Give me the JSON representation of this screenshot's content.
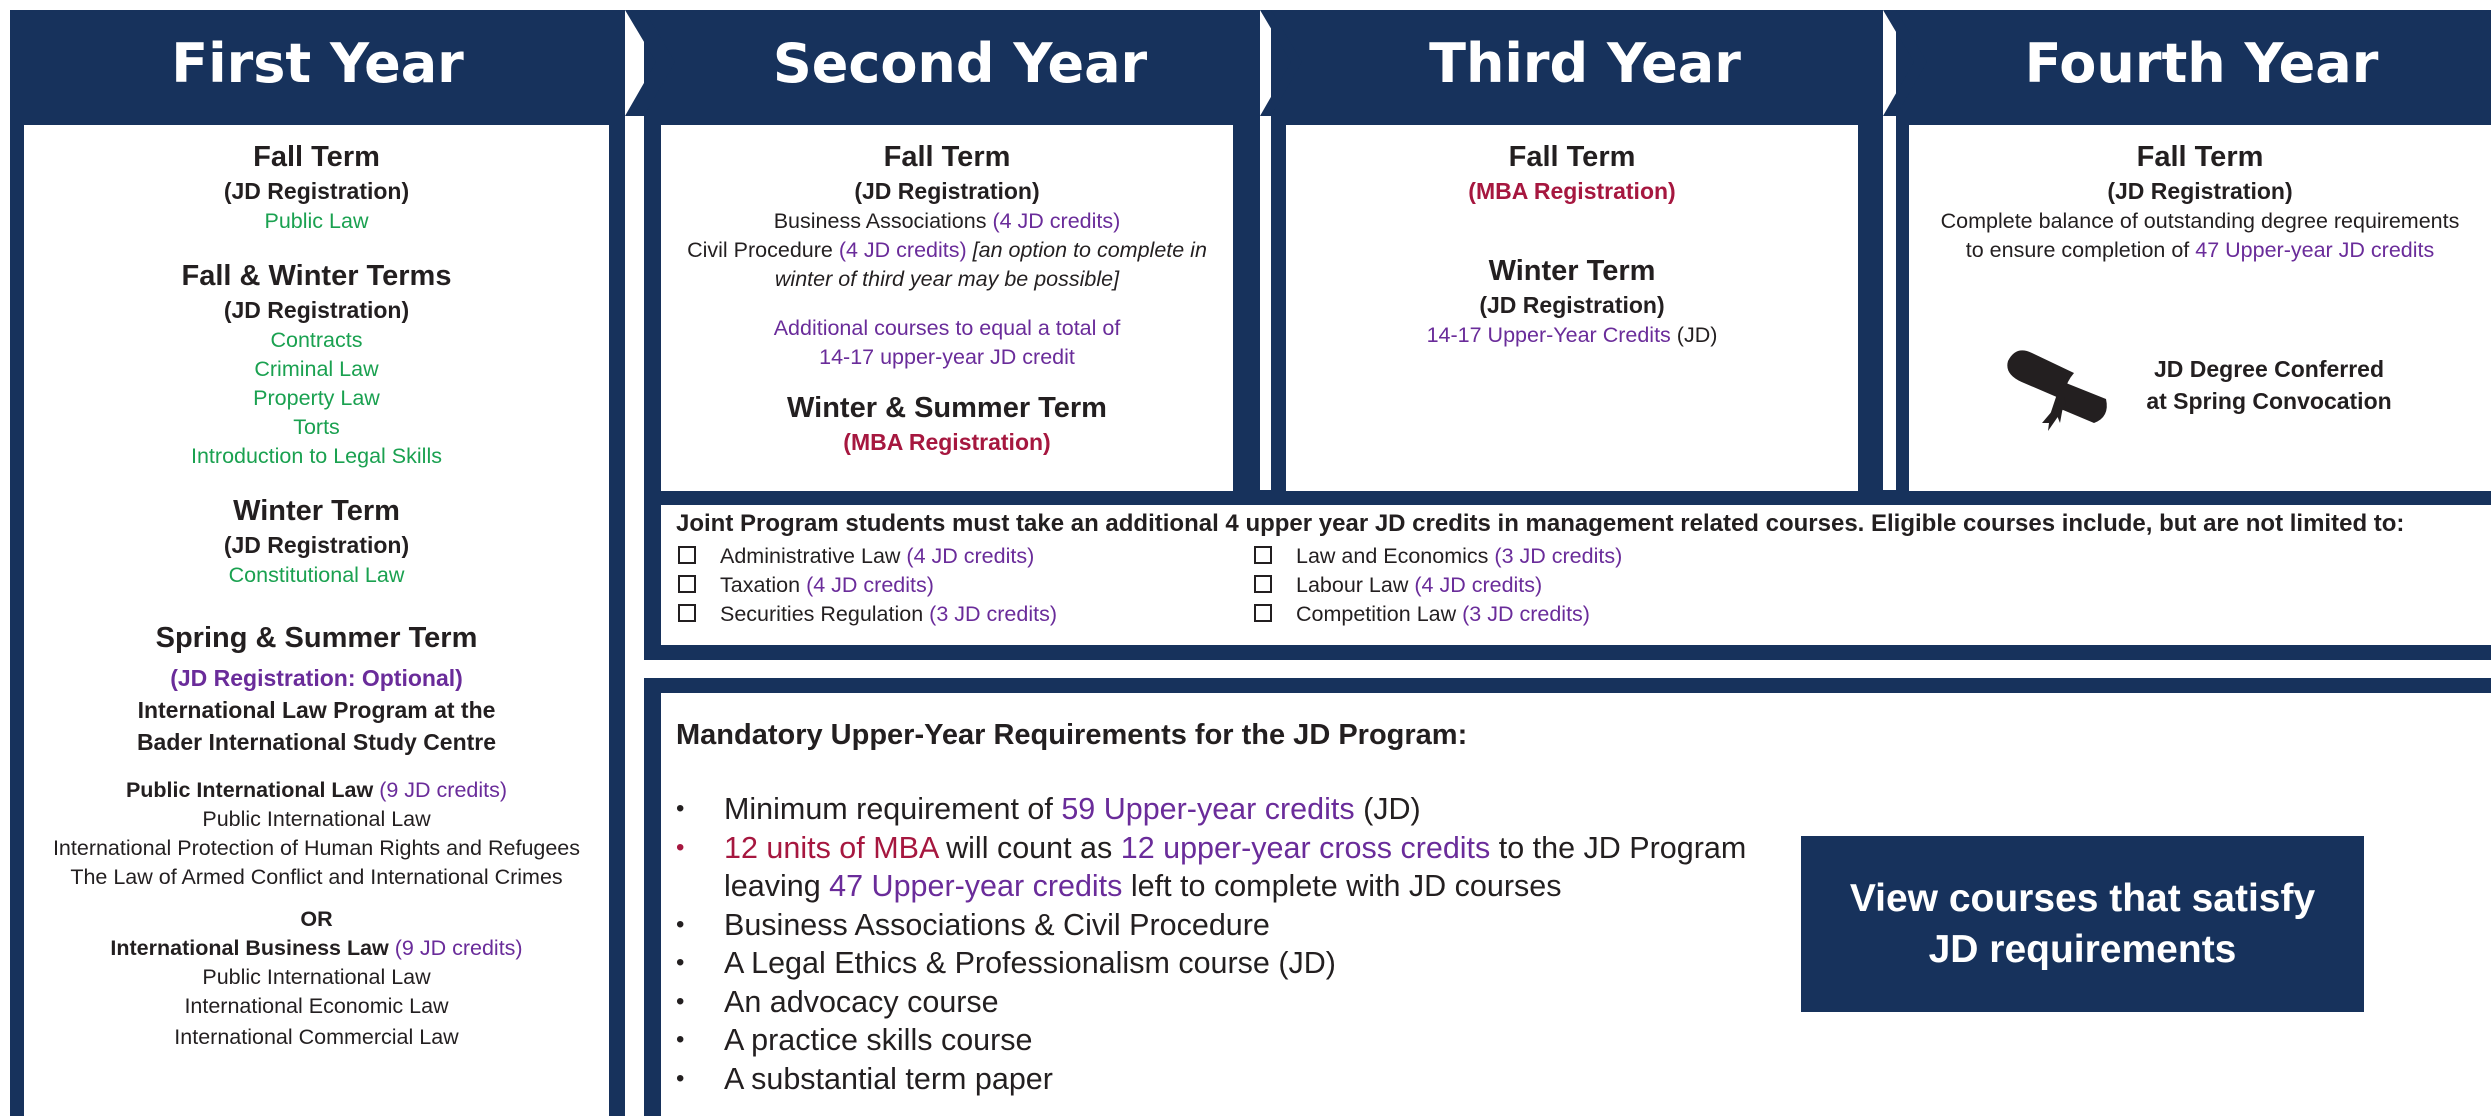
{
  "colors": {
    "navy": "#17325c",
    "green": "#1aa150",
    "purple": "#6a2c9a",
    "red": "#a6173f"
  },
  "headers": [
    "First Year",
    "Second Year",
    "Third Year",
    "Fourth Year"
  ],
  "year1": {
    "fall_term": "Fall Term",
    "fall_reg": "(JD Registration)",
    "fall_course": "Public Law",
    "fw_term": "Fall & Winter Terms",
    "fw_reg": "(JD Registration)",
    "fw_courses": [
      "Contracts",
      "Criminal Law",
      "Property Law",
      "Torts",
      "Introduction to Legal Skills"
    ],
    "winter_term": "Winter Term",
    "winter_reg": "(JD Registration)",
    "winter_course": "Constitutional Law",
    "ss_term": "Spring & Summer Term",
    "ss_reg": "(JD Registration: Optional)",
    "ss_program_1": "International Law Program at the",
    "ss_program_2": "Bader International Study Centre",
    "pil_title": "Public International Law",
    "pil_credits": "(9 JD credits)",
    "pil_courses": [
      "Public International Law",
      "International Protection of Human Rights and Refugees",
      "The Law of Armed Conflict and International Crimes"
    ],
    "or": "OR",
    "ibl_title": "International Business Law",
    "ibl_credits": "(9 JD credits)",
    "ibl_courses": [
      "Public International Law",
      "International Economic Law",
      "International Commercial Law"
    ]
  },
  "year2": {
    "fall_term": "Fall Term",
    "fall_reg": "(JD Registration)",
    "ba": "Business Associations",
    "ba_credits": "(4 JD credits)",
    "cp": "Civil Procedure",
    "cp_credits": "(4 JD credits)",
    "cp_note_1": "[an option to complete in",
    "cp_note_2": "winter of third year may be possible]",
    "additional_1": "Additional courses to equal a total of",
    "additional_2": "14-17 upper-year JD credit",
    "ws_term": "Winter & Summer Term",
    "ws_reg": "(MBA Registration)"
  },
  "year3": {
    "fall_term": "Fall Term",
    "fall_reg": "(MBA Registration)",
    "winter_term": "Winter Term",
    "winter_reg": "(JD Registration)",
    "winter_credits": "14-17 Upper-Year Credits",
    "winter_jd": "(JD)"
  },
  "year4": {
    "fall_term": "Fall Term",
    "fall_reg": "(JD Registration)",
    "line1": "Complete balance of outstanding degree requirements",
    "line2_pre": "to ensure completion of",
    "line2_credits": "47 Upper-year JD credits",
    "conferred_1": "JD Degree Conferred",
    "conferred_2": "at Spring Convocation",
    "diploma_icon": "diploma-scroll-icon"
  },
  "joint": {
    "title": "Joint Program students must take an additional 4 upper year JD credits in management related courses. Eligible courses include, but are not limited to:",
    "left": [
      {
        "name": "Administrative Law",
        "credits": "(4 JD credits)"
      },
      {
        "name": "Taxation",
        "credits": "(4 JD credits)"
      },
      {
        "name": "Securities Regulation",
        "credits": "(3 JD credits)"
      }
    ],
    "right": [
      {
        "name": "Law and Economics",
        "credits": "(3 JD credits)"
      },
      {
        "name": "Labour Law",
        "credits": "(4 JD credits)"
      },
      {
        "name": "Competition Law",
        "credits": "(3 JD credits)"
      }
    ]
  },
  "mandatory": {
    "title": "Mandatory Upper-Year Requirements for the JD Program:",
    "r1_pre": "Minimum requirement of",
    "r1_credits": "59 Upper-year credits",
    "r1_post": "(JD)",
    "r2_mba": "12 units of MBA",
    "r2_mid": "will count as",
    "r2_cross": "12 upper-year cross credits",
    "r2_post": "to the JD Program",
    "r2b_pre": "leaving",
    "r2b_credits": "47 Upper-year credits",
    "r2b_post": "left to complete with JD courses",
    "items": [
      "Business Associations & Civil Procedure",
      "A Legal Ethics & Professionalism course (JD)",
      "An advocacy course",
      "A practice skills course",
      "A substantial term paper"
    ],
    "bullet": "•"
  },
  "cta": {
    "line1": "View courses that satisfy",
    "line2": "JD requirements"
  }
}
